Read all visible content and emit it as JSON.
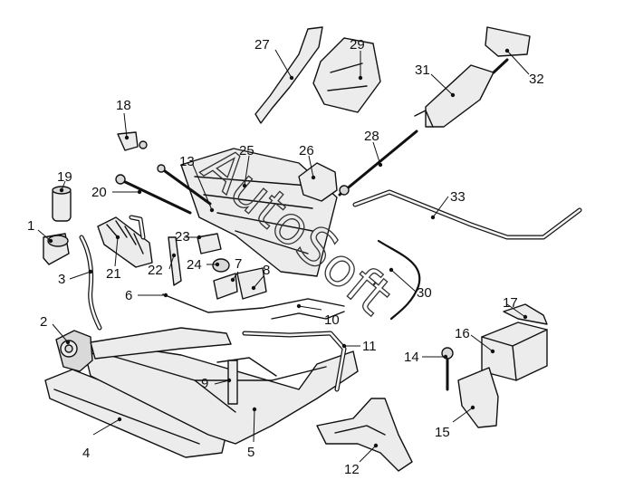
{
  "watermark": "AutoSoft",
  "callouts": [
    {
      "num": "1"
    },
    {
      "num": "2"
    },
    {
      "num": "3"
    },
    {
      "num": "4"
    },
    {
      "num": "5"
    },
    {
      "num": "6"
    },
    {
      "num": "7"
    },
    {
      "num": "8"
    },
    {
      "num": "9"
    },
    {
      "num": "10"
    },
    {
      "num": "11"
    },
    {
      "num": "12"
    },
    {
      "num": "13"
    },
    {
      "num": "14"
    },
    {
      "num": "15"
    },
    {
      "num": "16"
    },
    {
      "num": "17"
    },
    {
      "num": "18"
    },
    {
      "num": "19"
    },
    {
      "num": "20"
    },
    {
      "num": "21"
    },
    {
      "num": "22"
    },
    {
      "num": "23"
    },
    {
      "num": "24"
    },
    {
      "num": "25"
    },
    {
      "num": "26"
    },
    {
      "num": "27"
    },
    {
      "num": "28"
    },
    {
      "num": "29"
    },
    {
      "num": "30"
    },
    {
      "num": "31"
    },
    {
      "num": "32"
    },
    {
      "num": "33"
    }
  ]
}
